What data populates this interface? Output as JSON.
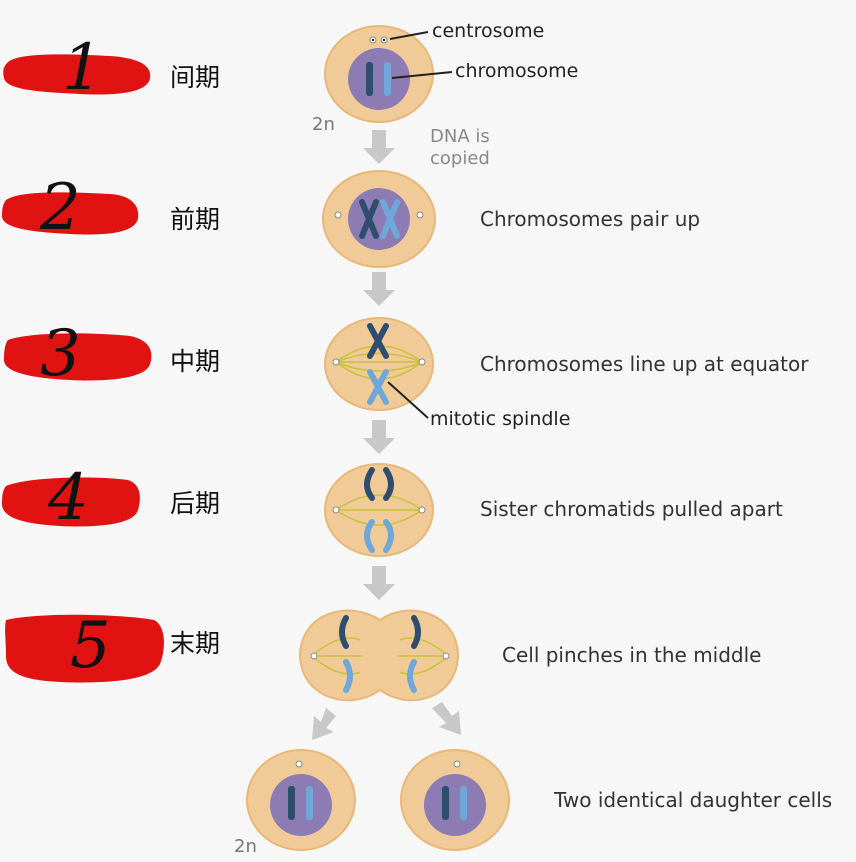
{
  "stages": [
    {
      "label": "间期",
      "number": "1"
    },
    {
      "label": "前期",
      "number": "2"
    },
    {
      "label": "中期",
      "number": "3"
    },
    {
      "label": "后期",
      "number": "4"
    },
    {
      "label": "末期",
      "number": "5"
    }
  ],
  "descriptions": {
    "prophase": "Chromosomes pair up",
    "metaphase": "Chromosomes line up at equator",
    "anaphase": "Sister chromatids pulled apart",
    "telophase": "Cell pinches in the middle",
    "daughters": "Two identical daughter cells"
  },
  "callouts": {
    "centrosome": "centrosome",
    "chromosome": "chromosome",
    "spindle": "mitotic spindle"
  },
  "dna_note": {
    "line1": "DNA is",
    "line2": "copied"
  },
  "ploidy": {
    "top": "2n",
    "bottom": "2n"
  },
  "colors": {
    "cell_fill": "#f0cb98",
    "cell_stroke": "#e8b878",
    "nucleus": "#8d7bb3",
    "chrom_dark": "#2f4e6e",
    "chrom_light": "#6fa8d8",
    "arrow": "#c8c8c8",
    "red_mark": "#e11212",
    "spindle": "#c9c23a"
  }
}
